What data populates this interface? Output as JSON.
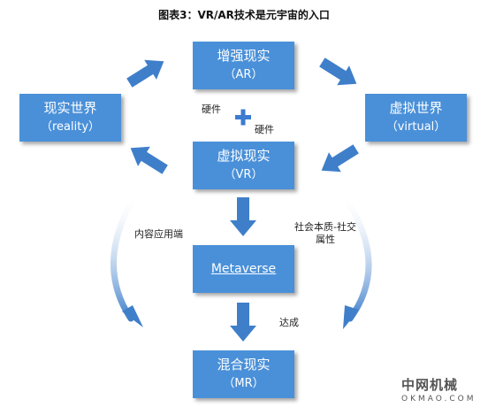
{
  "title": "图表3：VR/AR技术是元宇宙的入口",
  "nodes": {
    "ar": {
      "name": "增强现实",
      "sub": "（AR）"
    },
    "reality": {
      "name": "现实世界",
      "sub": "（reality）"
    },
    "virtual": {
      "name": "虚拟世界",
      "sub": "（virtual）"
    },
    "vr": {
      "name": "虚拟现实",
      "sub": "（VR）"
    },
    "metaverse": {
      "name": "Metaverse"
    },
    "mr": {
      "name": "混合现实",
      "sub": "（MR）"
    }
  },
  "labels": {
    "hardware_1": "硬件",
    "hardware_2": "硬件",
    "content_side": "内容应用端",
    "social_line1": "社会本质-社交",
    "social_line2": "属性",
    "achieve": "达成"
  },
  "watermark": {
    "site_cn": "中网机械",
    "site_en": "OKMAO.COM"
  },
  "colors": {
    "box": "#4a90d9",
    "arrow": "#3f7fca",
    "plus": "#3b7bd1"
  }
}
